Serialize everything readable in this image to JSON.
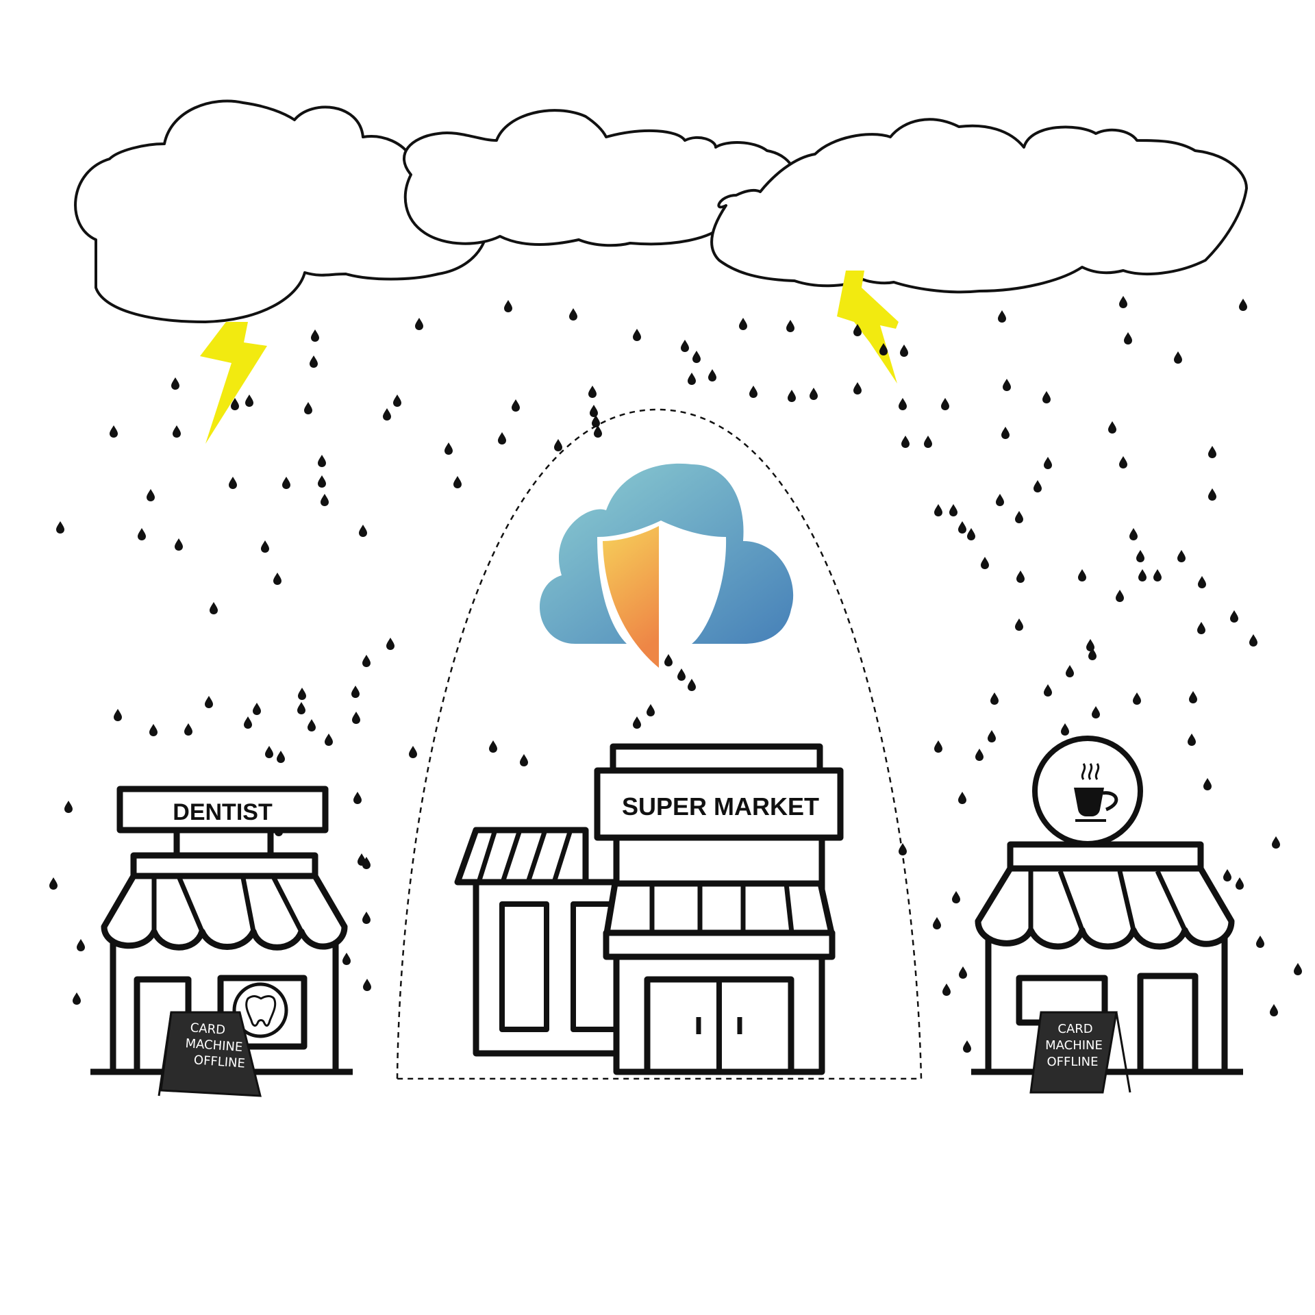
{
  "scene": {
    "colors": {
      "ink": "#111111",
      "lightning": "#f2ea10",
      "cloud_shield_light": "#8cc8d0",
      "cloud_shield_dark": "#4a86b8",
      "shield_top": "#f7cf5a",
      "shield_bottom": "#ef8a45"
    }
  },
  "shops": {
    "dentist": {
      "sign": "DENTIST",
      "window_icon": "tooth-icon",
      "board": [
        "CARD",
        "MACHINE",
        "OFFLINE"
      ]
    },
    "supermarket": {
      "sign": "SUPER MARKET"
    },
    "cafe": {
      "sign_icon": "coffee-cup-icon",
      "board": [
        "CARD",
        "MACHINE",
        "OFFLINE"
      ]
    }
  },
  "protection": {
    "icon": "cloud-shield-icon"
  }
}
